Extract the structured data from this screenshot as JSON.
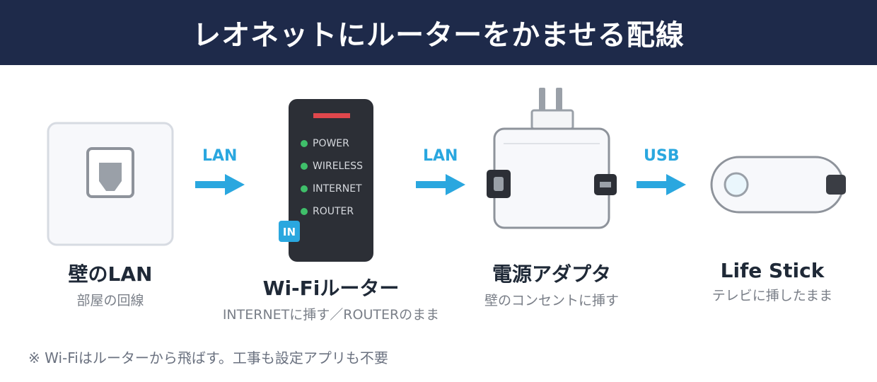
{
  "header": {
    "title": "レオネットにルーターをかませる配線"
  },
  "devices": [
    {
      "title": "壁のLAN",
      "subtitle": "部屋の回線"
    },
    {
      "title": "Wi-Fiルーター",
      "subtitle": "INTERNETに挿す／ROUTERのまま"
    },
    {
      "title": "電源アダプタ",
      "subtitle": "壁のコンセントに挿す"
    },
    {
      "title": "Life Stick",
      "subtitle": "テレビに挿したまま"
    }
  ],
  "connections": [
    {
      "label": "LAN"
    },
    {
      "label": "LAN"
    },
    {
      "label": "USB"
    }
  ],
  "router": {
    "leds": [
      "POWER",
      "WIRELESS",
      "INTERNET",
      "ROUTER"
    ],
    "port_label": "IN"
  },
  "footnote": "※ Wi-Fiはルーターから飛ばす。工事も設定アプリも不要",
  "colors": {
    "header_bg": "#1e2a4a",
    "accent_blue": "#2aa7df",
    "router_body": "#2c2f36",
    "router_stripe": "#e0474c",
    "led_green": "#3fbf6a",
    "device_outline": "#8e939b"
  }
}
